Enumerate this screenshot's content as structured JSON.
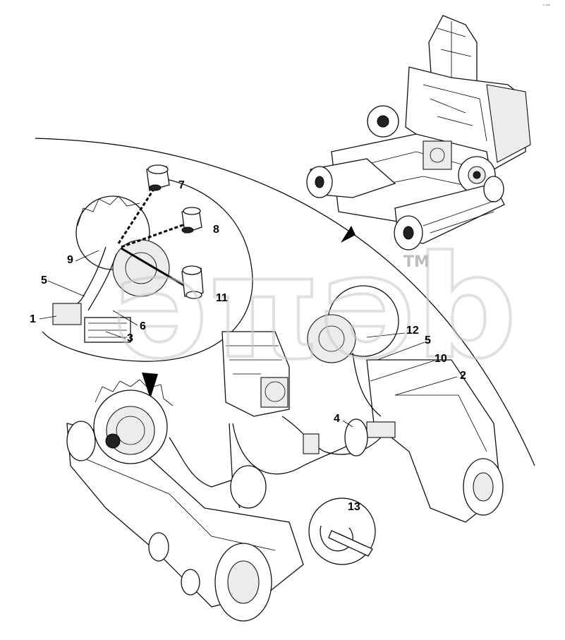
{
  "corner_mark": "⁰ ⁰⁰⁰",
  "watermark": {
    "text": "əπəb",
    "trademark": "TM"
  },
  "callouts": [
    {
      "id": "c1",
      "label": "1"
    },
    {
      "id": "c2",
      "label": "2"
    },
    {
      "id": "c3",
      "label": "3"
    },
    {
      "id": "c4",
      "label": "4"
    },
    {
      "id": "c5a",
      "label": "5"
    },
    {
      "id": "c5b",
      "label": "5"
    },
    {
      "id": "c6",
      "label": "6"
    },
    {
      "id": "c7",
      "label": "7"
    },
    {
      "id": "c8",
      "label": "8"
    },
    {
      "id": "c9",
      "label": "9"
    },
    {
      "id": "c10",
      "label": "10"
    },
    {
      "id": "c11",
      "label": "11"
    },
    {
      "id": "c12",
      "label": "12"
    },
    {
      "id": "c13",
      "label": "13"
    }
  ],
  "colors": {
    "ink": "#000000",
    "watermark": "#c8c8c8",
    "background": "#ffffff"
  }
}
